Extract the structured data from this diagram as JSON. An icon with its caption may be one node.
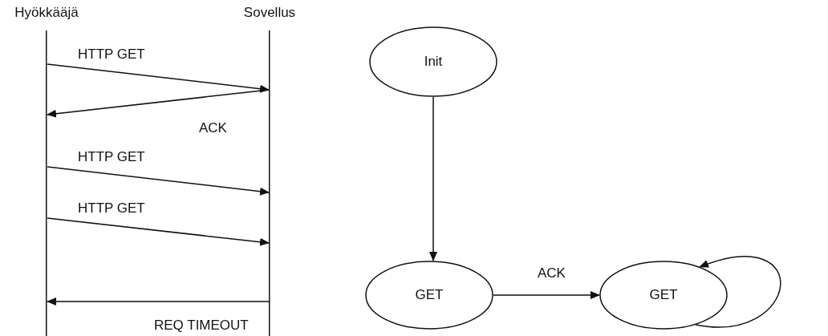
{
  "diagram": {
    "nodes": [
      {
        "text": [
          "Hyökkääjä"
        ]
      },
      {
        "text": [
          "Sovellus"
        ]
      },
      {
        "text": [
          "Init"
        ]
      },
      {
        "text": [
          "GET"
        ]
      },
      {
        "text": [
          "GET"
        ]
      }
    ],
    "edges": [
      {
        "from": 0,
        "to": 1,
        "arrow": "to",
        "label": "HTTP GET"
      },
      {
        "from": 1,
        "to": 0,
        "arrow": "to",
        "label": "ACK"
      },
      {
        "from": 0,
        "to": 1,
        "arrow": "to",
        "label": "HTTP GET"
      },
      {
        "from": 0,
        "to": 1,
        "arrow": "to",
        "label": "HTTP GET"
      },
      {
        "from": 1,
        "to": 0,
        "arrow": "to",
        "label": "REQ TIMEOUT"
      },
      {
        "from": 2,
        "to": 3,
        "arrow": "to"
      },
      {
        "from": 3,
        "to": 4,
        "arrow": "to",
        "label": "ACK"
      },
      {
        "from": 4,
        "to": 4,
        "arrow": "to"
      }
    ]
  }
}
